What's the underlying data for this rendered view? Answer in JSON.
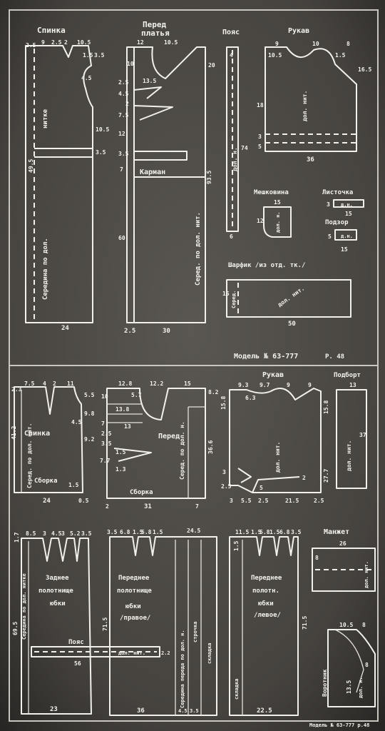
{
  "model": {
    "label": "Модель № 63-777",
    "size": "Р. 48"
  },
  "top": {
    "spinka": {
      "title": "Спинка",
      "fold": "Середина по дол.",
      "thread": "нитке",
      "dims": [
        "2.5",
        "9",
        "2.5",
        "2",
        "10.5",
        "1.5",
        "4.5",
        "3.5",
        "10.5",
        "3.5",
        "49.5",
        "24"
      ]
    },
    "pered": {
      "title_1": "Перед",
      "title_2": "платья",
      "fold": "Серед. по дол. нит.",
      "pocket": "Карман",
      "dims": [
        "12",
        "10.5",
        "10",
        "13.5",
        "2.5",
        "4.5",
        "2",
        "7.5",
        "12",
        "3.5",
        "7",
        "60",
        "20",
        "93.5",
        "2.5",
        "30"
      ]
    },
    "poyas": {
      "title": "Пояс",
      "text": "дол. н.",
      "dims": [
        "4",
        "74",
        "6"
      ]
    },
    "rukav": {
      "title": "Рукав",
      "text": "дол. нит.",
      "dims": [
        "9",
        "10",
        "8",
        "1.5",
        "10.5",
        "16.5",
        "18",
        "3",
        "5",
        "36"
      ]
    },
    "meshkovina": {
      "title": "Мешковина",
      "text": "дол. н.",
      "dims": [
        "15",
        "12"
      ]
    },
    "listochka": {
      "title": "Листочка",
      "text": "д.н.",
      "dims": [
        "3",
        "15"
      ]
    },
    "podzor": {
      "title": "Подзор",
      "text": "д.н.",
      "dims": [
        "5",
        "15"
      ]
    },
    "sharfik": {
      "title": "Шарфик /из отд. тк./",
      "edge": "Серед.",
      "text": "дол. нит.",
      "dims": [
        "15",
        "50"
      ]
    }
  },
  "middle": {
    "spinka": {
      "title": "Спинка",
      "fold": "Серед. по дол. нит.",
      "gather": "Сборка",
      "dims": [
        "2.3",
        "7.5",
        "4",
        "2",
        "11",
        "5.5",
        "9.8",
        "4.5",
        "9.2",
        "41.2",
        "1.5",
        "24",
        "0.5"
      ]
    },
    "pered": {
      "title": "Перед",
      "fold": "Серед. по дол. н.",
      "gather": "Сборка",
      "dims": [
        "12.8",
        "12.2",
        "15",
        "10",
        "5.7",
        "13.8",
        "7",
        "13",
        "2.5",
        "3.5",
        "1.5",
        "1.3",
        "7.7",
        "36.6",
        "8.2",
        "2",
        "31",
        "7"
      ]
    },
    "rukav": {
      "title": "Рукав",
      "text": "дол. нит.",
      "dims": [
        "9.3",
        "9.7",
        "9",
        "9",
        "6.3",
        "15.8",
        "15.8",
        "3",
        "2.5",
        "27.7",
        "2",
        "5",
        "3",
        "5.5",
        "2.5",
        "21.5",
        "2.5"
      ]
    },
    "podborot": {
      "title": "Подборт",
      "text": "дол. нит.",
      "dims": [
        "13",
        "37"
      ]
    }
  },
  "bottom": {
    "zadnee": {
      "title_1": "Заднее",
      "title_2": "полотнище",
      "title_3": "юбки",
      "fold": "Середина по дол. нитке",
      "dims": [
        "8.5",
        "3",
        "4.5",
        "3",
        "5.2",
        "3.5",
        "1.7",
        "69.5",
        "23"
      ]
    },
    "perednee_pravoe": {
      "title_1": "Переднее",
      "title_2": "полотнище",
      "title_3": "юбки",
      "title_4": "/правое/",
      "fold": "Середина переда по дол. н.",
      "stitch": "строчка",
      "pleat": "складка",
      "dims": [
        "3.5",
        "6.8",
        "1.5",
        "5.8",
        "1.5",
        "24.5",
        "71.5",
        "36",
        "4.5",
        "3.5"
      ]
    },
    "perednee_levoe": {
      "title_1": "Переднее",
      "title_2": "полотн.",
      "title_3": "юбки",
      "title_4": "/левое/",
      "pleat": "складка",
      "dims": [
        "11.5",
        "1.5",
        "5.8",
        "1.5",
        "6.8",
        "3.5",
        "1.5",
        "71.5",
        "22.5"
      ]
    },
    "manzhet": {
      "title": "Манжет",
      "text": "дол. нит.",
      "dims": [
        "26",
        "8"
      ]
    },
    "poyas": {
      "title": "Пояс",
      "text": "дол. нит.",
      "dims": [
        "56",
        "2.2"
      ]
    },
    "vorotnik": {
      "title": "Воротник",
      "text": "дол. н.",
      "dims": [
        "10.5",
        "8",
        "8",
        "13.5"
      ]
    },
    "footer": "Модель № 63-777 р.48"
  }
}
